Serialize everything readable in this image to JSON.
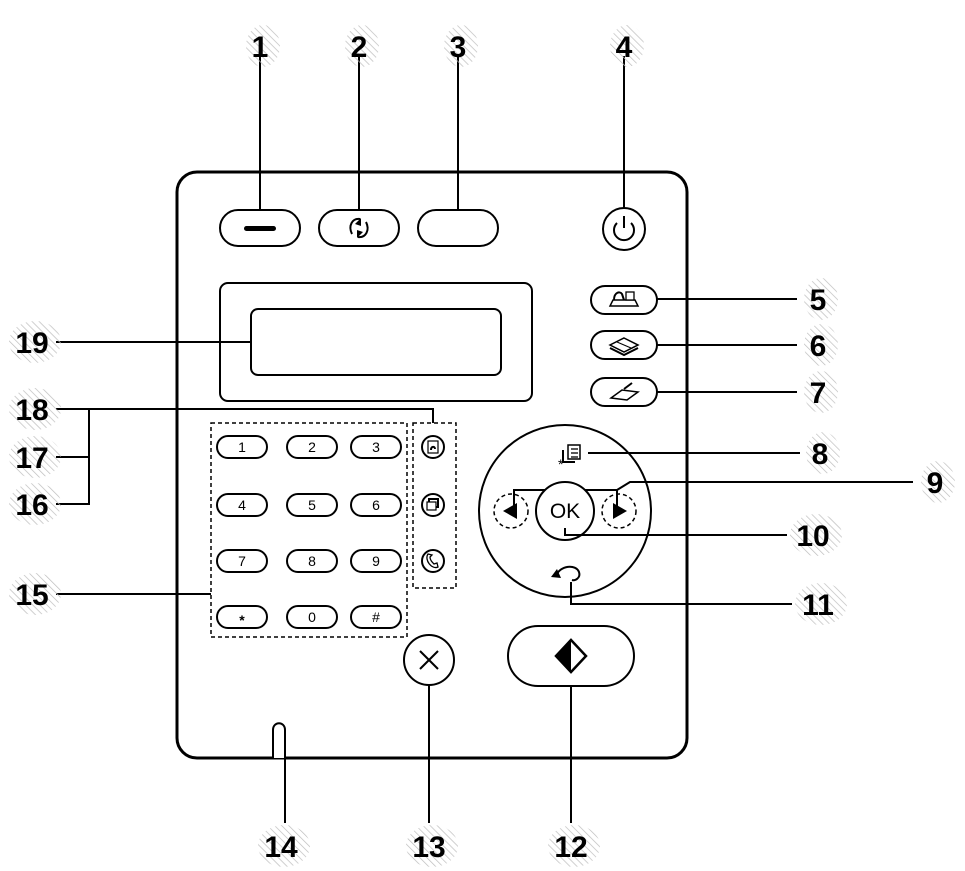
{
  "callouts": [
    {
      "id": "c1",
      "label": "1"
    },
    {
      "id": "c2",
      "label": "2"
    },
    {
      "id": "c3",
      "label": "3"
    },
    {
      "id": "c4",
      "label": "4"
    },
    {
      "id": "c5",
      "label": "5"
    },
    {
      "id": "c6",
      "label": "6"
    },
    {
      "id": "c7",
      "label": "7"
    },
    {
      "id": "c8",
      "label": "8"
    },
    {
      "id": "c9",
      "label": "9"
    },
    {
      "id": "c10",
      "label": "10"
    },
    {
      "id": "c11",
      "label": "11"
    },
    {
      "id": "c12",
      "label": "12"
    },
    {
      "id": "c13",
      "label": "13"
    },
    {
      "id": "c14",
      "label": "14"
    },
    {
      "id": "c15",
      "label": "15"
    },
    {
      "id": "c16",
      "label": "16"
    },
    {
      "id": "c17",
      "label": "17"
    },
    {
      "id": "c18",
      "label": "18"
    },
    {
      "id": "c19",
      "label": "19"
    }
  ],
  "keypad": [
    "1",
    "2",
    "3",
    "4",
    "5",
    "6",
    "7",
    "8",
    "9",
    "*",
    "0",
    "#"
  ],
  "ok_label": "OK",
  "icons": {
    "top_left": "dash-icon",
    "top_middle": "wps-icon",
    "power": "power-icon",
    "fax": "fax-icon",
    "copy": "copy-icon",
    "scan": "scan-icon",
    "menu": "menu-icon",
    "back": "back-arrow-icon",
    "stop": "stop-icon",
    "start": "start-icon",
    "left": "left-arrow-icon",
    "right": "right-arrow-icon",
    "address_book": "address-book-icon",
    "redial": "redial-icon",
    "on_hook": "on-hook-dial-icon"
  }
}
